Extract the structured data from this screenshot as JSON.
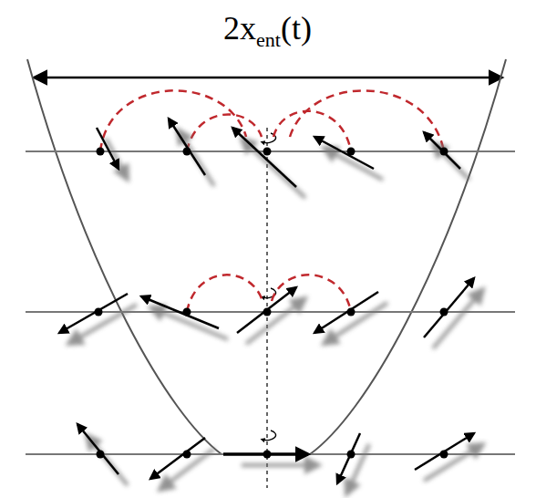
{
  "diagram": {
    "labels": [
      "2x",
      "ent",
      "(t)"
    ]
  }
}
